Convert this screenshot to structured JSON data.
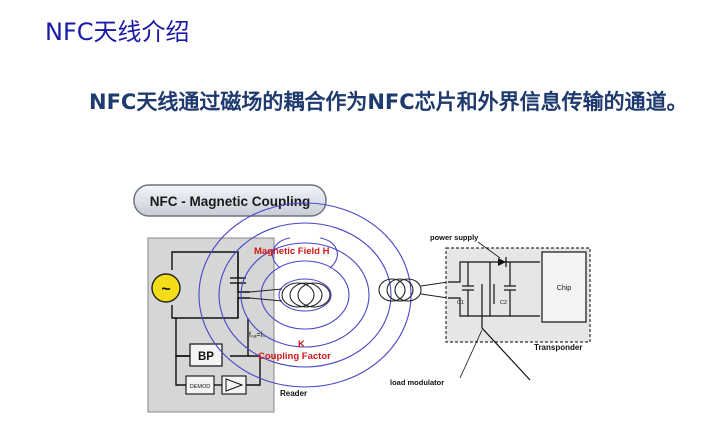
{
  "slide": {
    "title": "NFC天线介绍",
    "body": "NFC天线通过磁场的耦合作为NFC芯片和外界信息传输的通道。"
  },
  "diagram": {
    "badge": "NFC - Magnetic Coupling",
    "labels": {
      "magnetic_field": "Magnetic Field H",
      "k": "K",
      "coupling_factor": "Coupling Factor",
      "freq": "f₀ₐ=fₕ",
      "reader": "Reader",
      "bp": "BP",
      "demod": "DEMOD",
      "tilde": "~",
      "power_supply": "power supply",
      "chip": "Chip",
      "c1": "C1",
      "c2": "C2",
      "transponder": "Transponder",
      "load_modulator": "load modulator"
    },
    "colors": {
      "field_line": "#4a46c8",
      "label_red": "#d01818",
      "wire": "#111111",
      "box_fill": "#d6d6d6",
      "source_fill": "#f2dd17"
    }
  }
}
